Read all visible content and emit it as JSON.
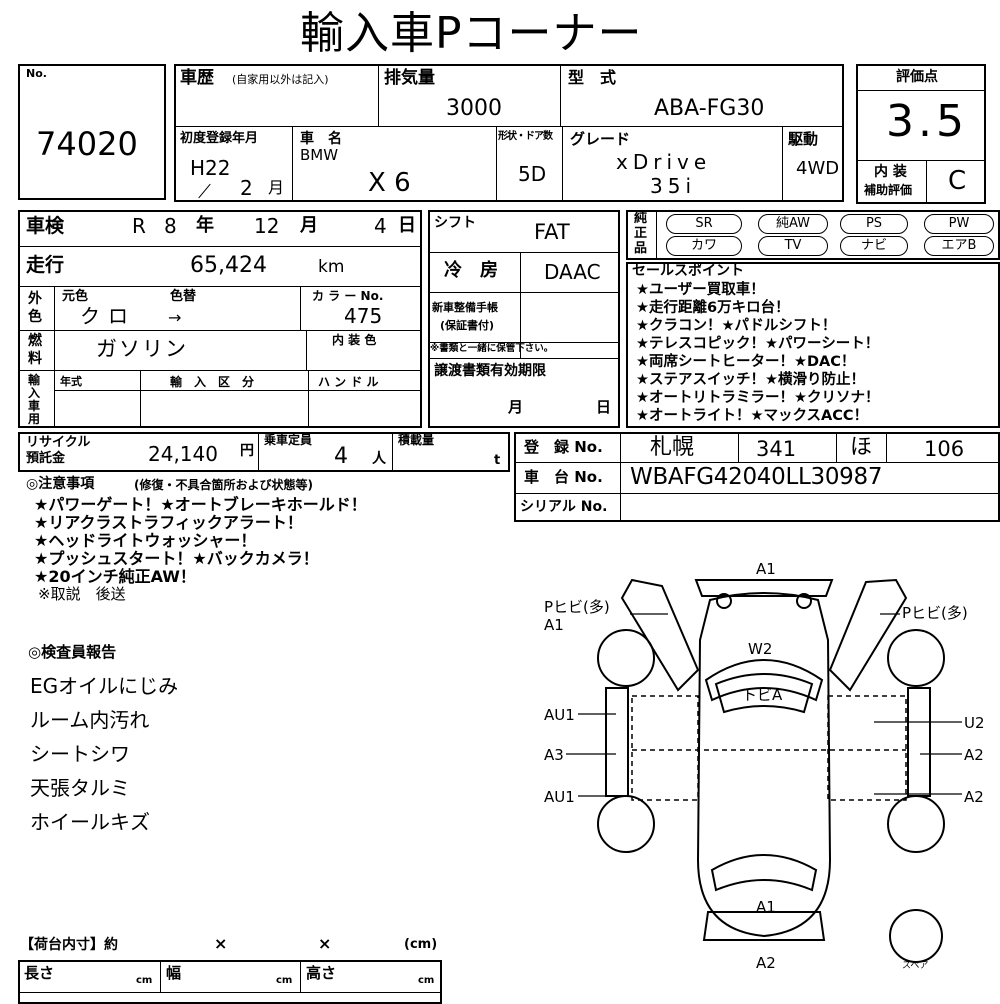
{
  "title": "輸入車Pコーナー",
  "lot": {
    "label": "No.",
    "value": "74020"
  },
  "history": {
    "label": "車歴",
    "note": "(自家用以外は記入)"
  },
  "displacement": {
    "label": "排気量",
    "value": "3000"
  },
  "model_code": {
    "label": "型　式",
    "value": "ABA-FG30"
  },
  "rating": {
    "label": "評価点",
    "value": "3.5",
    "interior_label_1": "内 装",
    "interior_label_2": "補助評価",
    "interior_value": "C"
  },
  "first_reg": {
    "label": "初度登録年月",
    "year": "H22",
    "month": "2",
    "month_unit": "月"
  },
  "car_name": {
    "label": "車　名",
    "maker": "BMW",
    "name": "X 6"
  },
  "doors": {
    "label": "形状・ドア数",
    "value": "5D"
  },
  "grade": {
    "label": "グレード",
    "line1": "xDrive",
    "line2": "35i"
  },
  "drive": {
    "label": "駆動",
    "value": "4WD"
  },
  "inspection": {
    "label": "車検",
    "era": "R",
    "year": "8",
    "y_unit": "年",
    "month": "12",
    "m_unit": "月",
    "day": "4",
    "d_unit": "日"
  },
  "mileage": {
    "label": "走行",
    "value": "65,424",
    "unit": "km"
  },
  "shift": {
    "label": "シフト",
    "value": "FAT"
  },
  "ac": {
    "label": "冷　房",
    "value": "DAAC"
  },
  "exterior": {
    "label_1": "外",
    "label_2": "色",
    "orig_label": "元色",
    "repaint_label": "色替",
    "value": "クロ",
    "arrow": "→"
  },
  "color_no": {
    "label": "カ ラ ー No.",
    "value": "475"
  },
  "fuel": {
    "label_1": "燃",
    "label_2": "料",
    "value": "ガソリン"
  },
  "interior_color": {
    "label": "内 装 色"
  },
  "warranty": {
    "label_1": "新車整備手帳",
    "label_2": "(保証書付)",
    "note": "※書類と一緒に保管下さい。"
  },
  "import": {
    "label_1": "輸",
    "label_2": "入",
    "label_3": "車",
    "label_4": "用",
    "year_label": "年式",
    "type_label": "輸　入　区　分",
    "handle_label": "ハ ン ド ル"
  },
  "transfer": {
    "label": "譲渡書類有効期限",
    "m_unit": "月",
    "d_unit": "日"
  },
  "equipment": [
    {
      "label": "純",
      "items": [
        "SR",
        "純AW",
        "PS",
        "PW"
      ]
    },
    {
      "label": "正",
      "items": [
        "カワ",
        "TV",
        "ナビ",
        "エアB"
      ]
    },
    {
      "label": "品"
    }
  ],
  "selling_points": {
    "title": "セールスポイント",
    "lines": [
      "★ユーザー買取車！",
      "★走行距離6万キロ台！",
      "★クラコン！★パドルシフト！",
      "★テレスコピック！★パワーシート！",
      "★両席シートヒーター！★DAC！",
      "★ステアスイッチ！★横滑り防止！",
      "★オートリトラミラー！★クリソナ！",
      "★オートライト！★マックスACC！"
    ]
  },
  "recycle": {
    "label_1": "リサイクル",
    "label_2": "預託金",
    "value": "24,140",
    "unit": "円"
  },
  "capacity": {
    "label": "乗車定員",
    "value": "4",
    "unit": "人"
  },
  "load": {
    "label": "積載量",
    "unit": "t"
  },
  "registration": {
    "label": "登　録 No.",
    "area": "札幌",
    "class": "341",
    "kana": "ほ",
    "number": "106"
  },
  "chassis": {
    "label": "車　台 No.",
    "value": "WBAFG42040LL30987"
  },
  "serial": {
    "label": "シリアル No."
  },
  "notes": {
    "title": "◎注意事項",
    "subtitle": "(修復・不具合箇所および状態等)",
    "lines": [
      "★パワーゲート！★オートブレーキホールド！",
      "★リアクラストラフィックアラート！",
      "★ヘッドライトウォッシャー！",
      "★プッシュスタート！★バックカメラ！",
      "★20インチ純正AW！",
      "※取説　後送"
    ]
  },
  "inspector": {
    "title": "◎検査員報告",
    "lines": [
      "EGオイルにじみ",
      "ルーム内汚れ",
      "シートシワ",
      "天張タルミ",
      "ホイールキズ"
    ]
  },
  "diagram": {
    "labels": {
      "front_bumper": "A1",
      "left_front": "Pヒビ(多)",
      "left_front_2": "A1",
      "right_front": "Pヒビ(多)",
      "windshield": "W2",
      "roof": "トビA",
      "left_upper": "AU1",
      "left_mid": "A3",
      "left_lower": "AU1",
      "right_upper": "U2",
      "right_mid": "A2",
      "right_lower": "A2",
      "rear": "A1",
      "rear_bumper": "A2",
      "spare": "スペア"
    }
  },
  "cargo": {
    "title": "【荷台内寸】約",
    "x1": "×",
    "x2": "×",
    "unit": "(cm)",
    "length": "長さ",
    "width": "幅",
    "height": "高さ",
    "cm": "cm"
  }
}
